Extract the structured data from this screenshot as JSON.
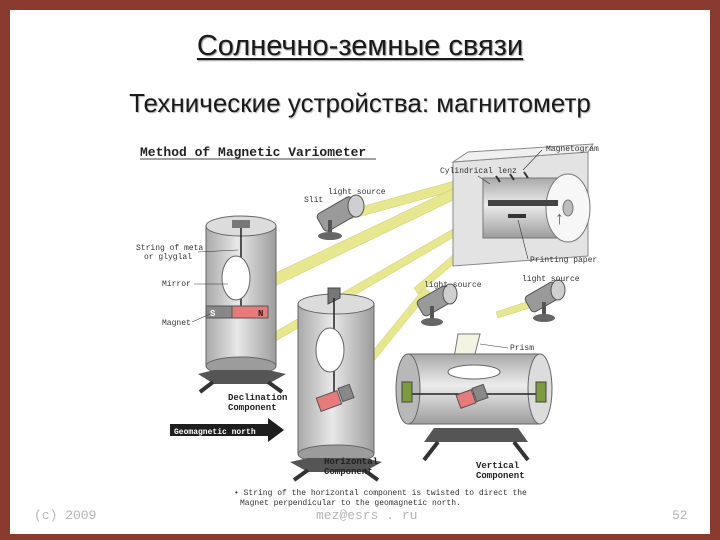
{
  "slide": {
    "title": "Солнечно-земные связи",
    "subtitle": "Технические устройства: магнитометр"
  },
  "diagram": {
    "heading": "Method of Magnetic Variometer",
    "labels": {
      "magnetogram": "Magnetogram",
      "cylindrical_lens": "Cylindrical lenz",
      "light_source_1": "light source",
      "slit": "Slit",
      "string": "String of meta",
      "string_2": "or glyglal",
      "mirror": "Mirror",
      "magnet": "Magnet",
      "printing_paper": "Printing paper",
      "light_source_2": "light source",
      "light_source_3": "light source",
      "prism": "Prism",
      "declination_1": "Declination",
      "declination_2": "Component",
      "horizontal_1": "Horizontal",
      "horizontal_2": "Component",
      "vertical_1": "Vertical",
      "vertical_2": "Component",
      "geomagnetic_north": "Geomagnetic north",
      "note_1": "• String of the horizontal component is twisted to direct the",
      "note_2": "Magnet perpendicular to the geomagnetic north.",
      "pole_s": "S",
      "pole_n": "N"
    }
  },
  "footer": {
    "left": "(c) 2009",
    "center": "mez@esrs . ru",
    "right": "52"
  },
  "colors": {
    "border": "#8a3a2e",
    "light_beam": "#e6e68a",
    "magnet_red": "#e77a7a",
    "cylinder_grey": "#cfcfcf"
  }
}
